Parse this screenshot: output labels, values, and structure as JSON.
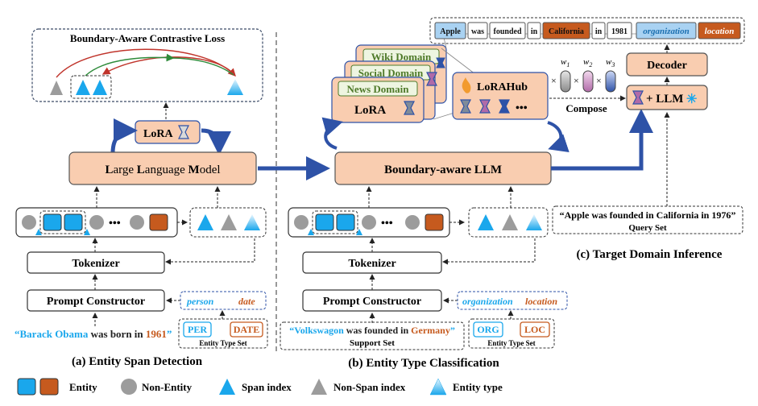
{
  "colors": {
    "peach": "#f9cdb0",
    "green_box": "#eef5e1",
    "blue": "#1aa7ec",
    "orange": "#c65a1e",
    "navy": "#2e52a7",
    "gray": "#9c9c9c"
  },
  "panel_a": {
    "loss_title": "Boundary-Aware Contrastive Loss",
    "lora_label": "LoRA",
    "llm_label_first_L": "L",
    "llm_label_rest1": "arge ",
    "llm_label_second_L": "L",
    "llm_label_rest2": "anguage ",
    "llm_label_M": "M",
    "llm_label_rest3": "odel",
    "dots": "•••",
    "tokenizer": "Tokenizer",
    "prompt_constructor": "Prompt Constructor",
    "type_person": "person",
    "type_date": "date",
    "tag_per": "PER",
    "tag_date": "DATE",
    "type_set_caption": "Entity Type Set",
    "sentence_open": "“",
    "sentence_entity1": "Barack Obama",
    "sentence_mid": " was born in ",
    "sentence_entity2": "1961",
    "sentence_close": "”",
    "caption": "(a) Entity Span Detection"
  },
  "panel_b": {
    "domain_wiki": "Wiki Domain",
    "domain_social": "Social Domain",
    "domain_news": "News Domain",
    "lora_label": "LoRA",
    "lorahub_label": "LoRAHub",
    "dots": "•••",
    "llm_label": "Boundary-aware LLM",
    "tokenizer": "Tokenizer",
    "prompt_constructor": "Prompt Constructor",
    "type_org": "organization",
    "type_loc": "location",
    "tag_org": "ORG",
    "tag_loc": "LOC",
    "type_set_caption": "Entity Type Set",
    "sentence_open": "“",
    "sentence_entity1": "Volkswagon",
    "sentence_mid": " was founded in ",
    "sentence_entity2": "Germany",
    "sentence_close": "”",
    "support_caption": "Support   Set",
    "caption": "(b) Entity Type Classification"
  },
  "panel_c": {
    "output_tokens": [
      "Apple",
      "was",
      "founded",
      "in",
      "California",
      "in",
      "1981"
    ],
    "output_type_org": "organization",
    "output_type_loc": "location",
    "w1": "w",
    "w2": "w",
    "w3": "w",
    "w1_sub": "1",
    "w2_sub": "2",
    "w3_sub": "3",
    "times": "×",
    "compose": "Compose",
    "decoder": "Decoder",
    "plus_llm": "+ LLM",
    "snow": "✳",
    "query_text": "“Apple was founded in California in 1976”",
    "query_caption": "Query   Set",
    "caption": "(c) Target Domain Inference"
  },
  "legend": {
    "entity": "Entity",
    "non_entity": "Non-Entity",
    "span_index": "Span index",
    "non_span_index": "Non-Span index",
    "entity_type": "Entity type"
  }
}
